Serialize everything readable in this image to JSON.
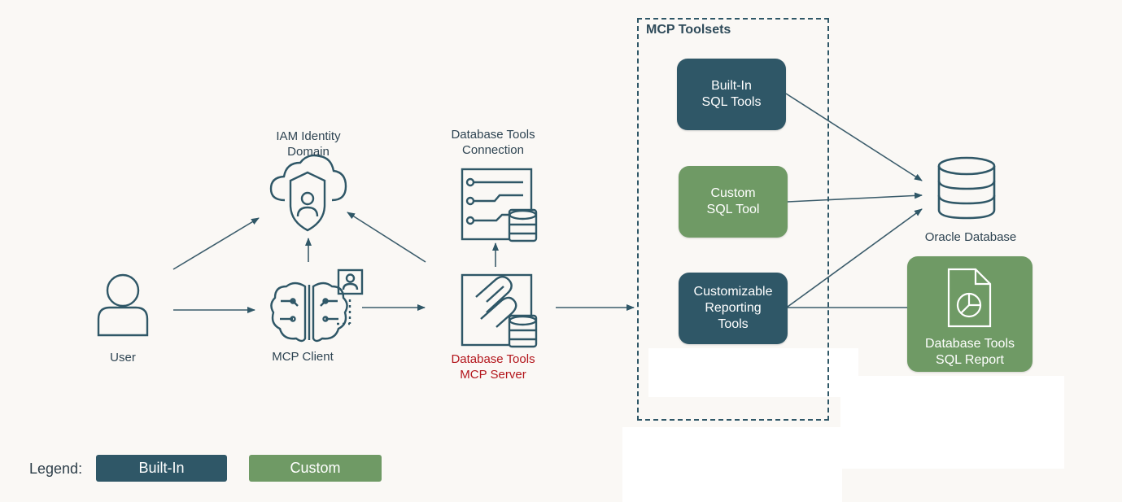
{
  "nodes": {
    "user": "User",
    "mcp_client": "MCP Client",
    "iam": "IAM Identity\nDomain",
    "db_tools_connection": "Database Tools\nConnection",
    "db_tools_mcp_server": "Database Tools\nMCP Server",
    "oracle_database": "Oracle Database"
  },
  "toolsets": {
    "title": "MCP Toolsets",
    "builtin_sql": "Built-In\nSQL Tools",
    "custom_sql": "Custom\nSQL Tool",
    "reporting": "Customizable\nReporting\nTools"
  },
  "report": "Database Tools\nSQL Report",
  "legend": {
    "label": "Legend:",
    "builtin": "Built-In",
    "custom": "Custom"
  },
  "colors": {
    "builtin": "#2f5767",
    "custom": "#6f9a65",
    "accent_red": "#b3161c",
    "line": "#2f5767"
  }
}
